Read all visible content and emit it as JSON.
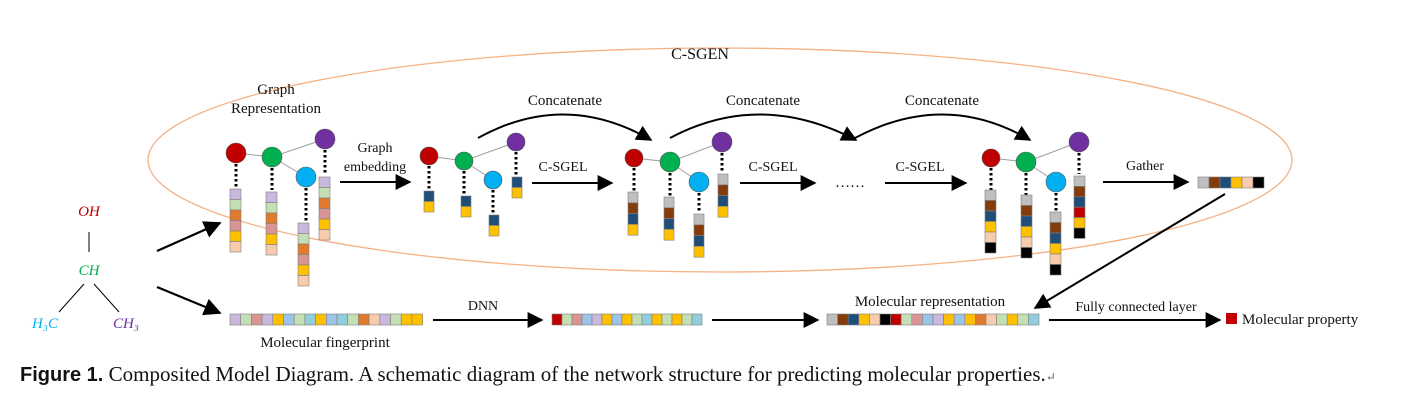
{
  "title": "C-SGEN",
  "labels": {
    "graph_representation": [
      "Graph",
      "Representation"
    ],
    "graph_embedding": [
      "Graph",
      "embedding"
    ],
    "concatenate": "Concatenate",
    "csgel": "C-SGEL",
    "ellipsis": "……",
    "gather": "Gather",
    "dnn": "DNN",
    "molecular_fingerprint": "Molecular fingerprint",
    "molecular_representation": "Molecular representation",
    "fully_connected_layer": "Fully connected layer",
    "molecular_property": "Molecular property"
  },
  "molecule": {
    "top": "OH",
    "center": "CH",
    "left": "H₃C",
    "right": "CH₃"
  },
  "caption": {
    "label": "Figure 1.",
    "text": " Composited Model Diagram. A schematic diagram of the network structure for predicting molecular properties.",
    "mark": "↵"
  },
  "colors": {
    "atom_red": "#c00000",
    "atom_green": "#00b050",
    "atom_cyan": "#00b0f0",
    "atom_purple": "#7030a0",
    "ellipse": "#f4b183",
    "text": "#111111",
    "ch_green": "#00b050",
    "oh_red": "#c00000",
    "h3c_cyan": "#00b0f0",
    "ch3_purple": "#7030a0"
  }
}
